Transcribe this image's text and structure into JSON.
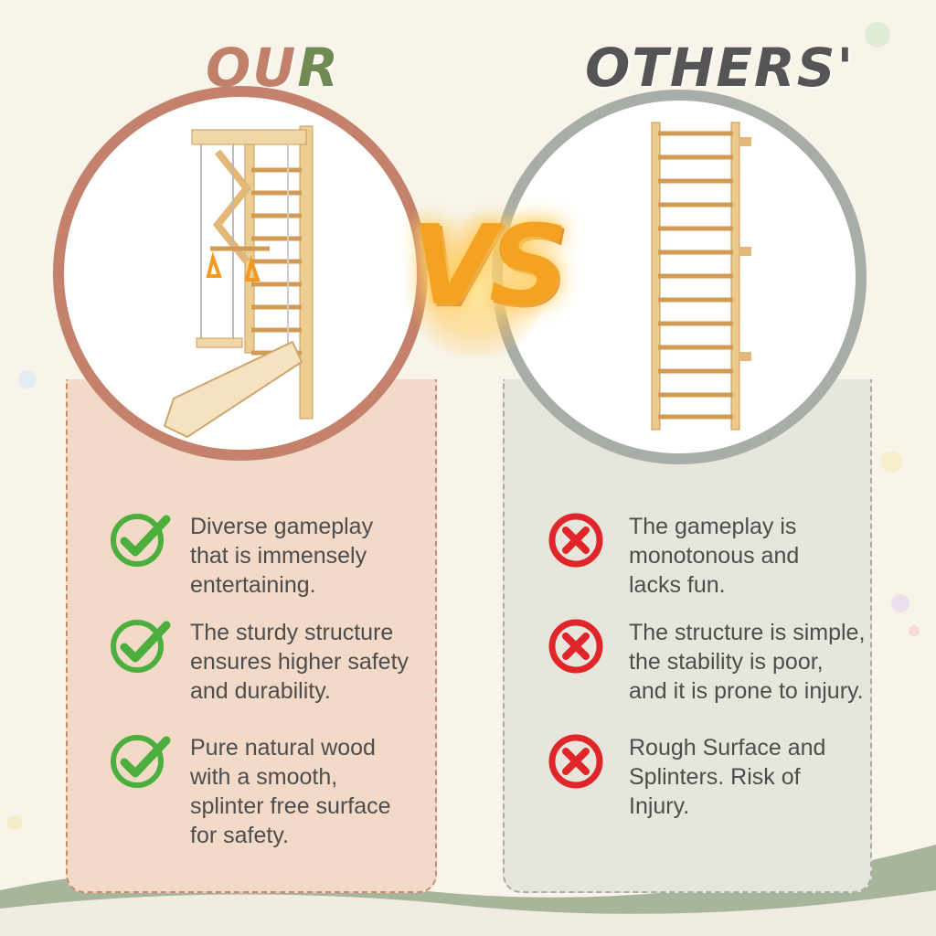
{
  "headings": {
    "our_prefix": "OU",
    "our_suffix": "R",
    "others": "OTHERS'"
  },
  "vs_label": "VS",
  "our": {
    "features": [
      {
        "icon": "check-icon",
        "text": "Diverse gameplay\nthat is immensely\nentertaining."
      },
      {
        "icon": "check-icon",
        "text": "The sturdy structure\nensures higher safety\nand durability."
      },
      {
        "icon": "check-icon",
        "text": "Pure natural wood\nwith a smooth,\nsplinter free surface\nfor safety."
      }
    ]
  },
  "others": {
    "features": [
      {
        "icon": "cross-icon",
        "text": "The gameplay is\nmonotonous and\nlacks fun."
      },
      {
        "icon": "cross-icon",
        "text": "The structure is simple,\nthe stability is poor,\nand it is prone to injury."
      },
      {
        "icon": "cross-icon",
        "text": "Rough Surface and\nSplinters. Risk of\nInjury."
      }
    ]
  },
  "colors": {
    "our_accent": "#c4816b",
    "others_accent": "#a8ada8",
    "check_green": "#4caf3d",
    "cross_red": "#e0262a",
    "vs_orange": "#f3a221"
  }
}
